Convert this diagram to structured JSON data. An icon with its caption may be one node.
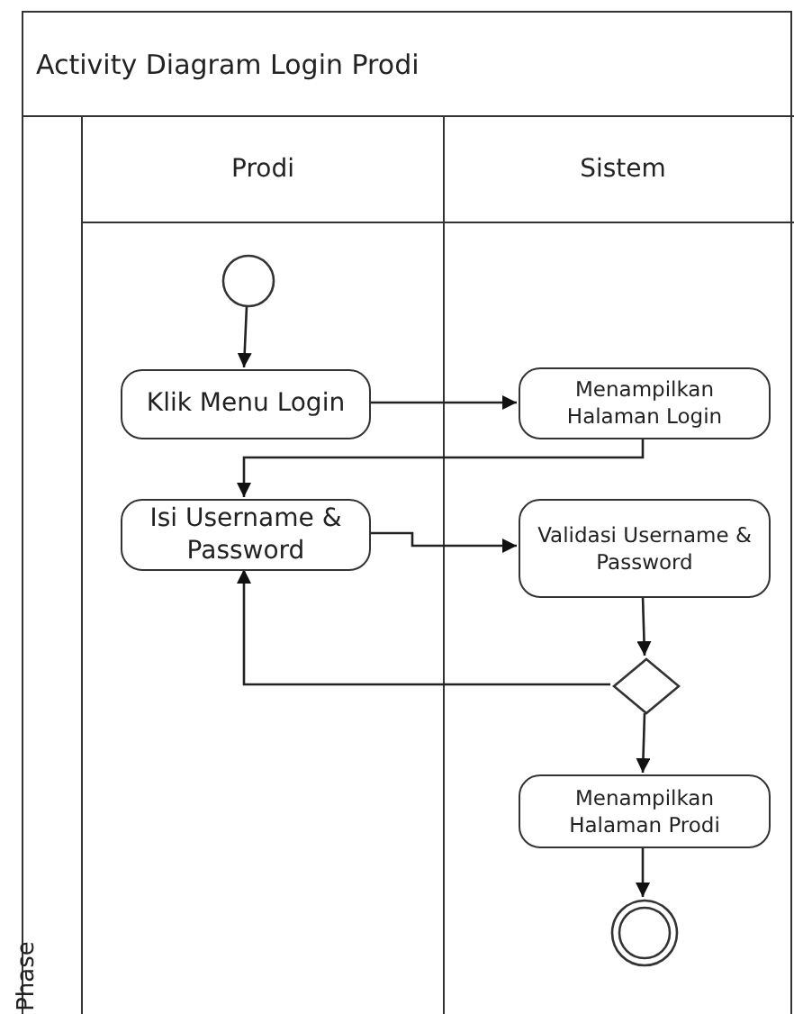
{
  "diagram": {
    "title": "Activity Diagram Login Prodi",
    "nodes": [
      {
        "text": [
          "Prodi"
        ]
      },
      {
        "text": [
          "Sistem"
        ]
      },
      {
        "text": [],
        "shape": "circle",
        "in": 0
      },
      {
        "text": [
          "Klik Menu Login"
        ],
        "in": 0
      },
      {
        "text": [
          "Menampilkan Halaman Login"
        ],
        "in": 1
      },
      {
        "text": [
          "Isi Username & Password"
        ],
        "in": 0
      },
      {
        "text": [
          "Validasi Username & Password"
        ],
        "in": 1
      },
      {
        "text": [],
        "shape": "diamond",
        "in": 1
      },
      {
        "text": [
          "Menampilkan Halaman Prodi"
        ],
        "in": 1
      },
      {
        "text": [],
        "shape": "circle",
        "in": 1
      }
    ],
    "edges": [
      {
        "from": 2,
        "to": 3,
        "arrow": "to"
      },
      {
        "from": 3,
        "to": 4,
        "arrow": "to"
      },
      {
        "from": 4,
        "to": 5,
        "arrow": "to"
      },
      {
        "from": 5,
        "to": 6,
        "arrow": "to"
      },
      {
        "from": 6,
        "to": 7,
        "arrow": "to"
      },
      {
        "from": 7,
        "to": 5,
        "arrow": "to"
      },
      {
        "from": 7,
        "to": 8,
        "arrow": "to"
      },
      {
        "from": 8,
        "to": 9,
        "arrow": "to"
      }
    ],
    "labels": [
      "Phase"
    ]
  }
}
